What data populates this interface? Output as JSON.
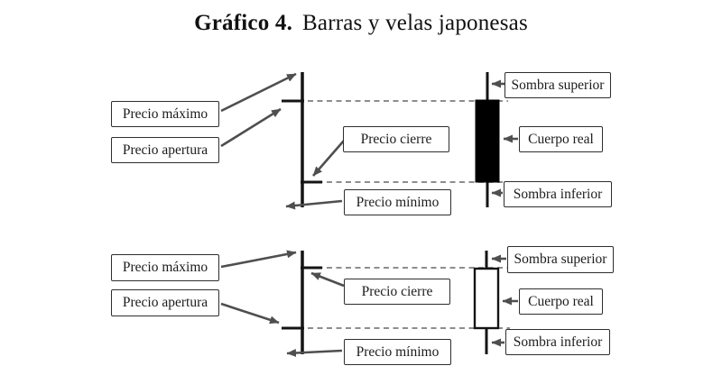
{
  "title": {
    "prefix": "Gráfico 4.",
    "text": "Barras y velas japonesas"
  },
  "colors": {
    "background": "#ffffff",
    "line": "#141414",
    "arrow": "#4f4f4f",
    "dash": "#7d7d7d",
    "box_border": "#2e2e2e",
    "box_fill": "#ffffff",
    "text": "#1c1c1c",
    "candle_bearish_fill": "#000000",
    "candle_bullish_fill": "#ffffff"
  },
  "diagrams": [
    {
      "name": "bar-and-bearish-candle",
      "candle_type": "bearish-filled",
      "labels": {
        "maximo": "Precio máximo",
        "apertura": "Precio apertura",
        "cierre": "Precio cierre",
        "minimo": "Precio mínimo",
        "sombra_superior": "Sombra superior",
        "cuerpo_real": "Cuerpo real",
        "sombra_inferior": "Sombra inferior"
      }
    },
    {
      "name": "bar-and-bullish-candle",
      "candle_type": "bullish-hollow",
      "labels": {
        "maximo": "Precio máximo",
        "apertura": "Precio apertura",
        "cierre": "Precio cierre",
        "minimo": "Precio mínimo",
        "sombra_superior": "Sombra superior",
        "cuerpo_real": "Cuerpo real",
        "sombra_inferior": "Sombra inferior"
      }
    }
  ]
}
